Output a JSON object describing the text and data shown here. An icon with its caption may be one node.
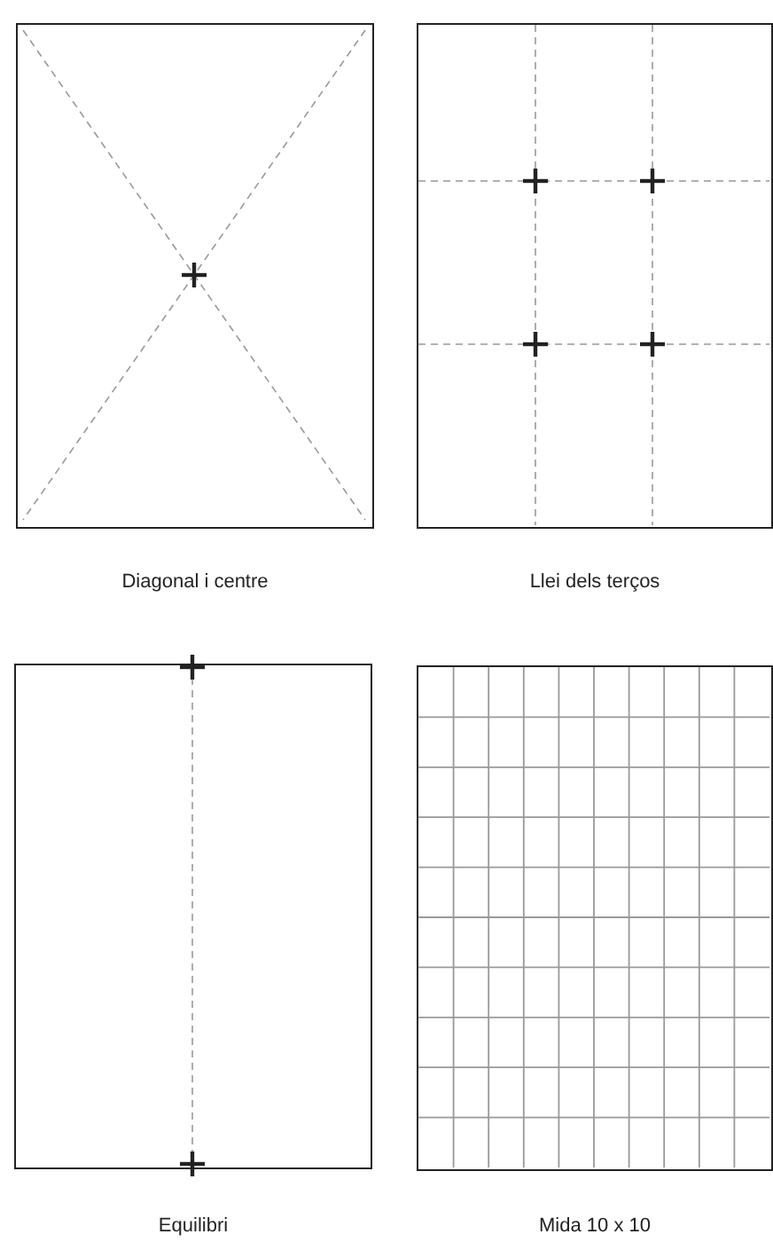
{
  "diagram": {
    "nodes": [
      {
        "text": [],
        "shape": "box",
        "beside": [
          "Diagonal i centre"
        ]
      },
      {
        "text": [],
        "shape": "box",
        "beside": [
          "Llei dels terços"
        ]
      },
      {
        "text": [],
        "shape": "box",
        "beside": [
          "Equilibri"
        ]
      },
      {
        "text": [],
        "shape": "box",
        "beside": [
          "Mida 10 x 10"
        ]
      }
    ]
  }
}
